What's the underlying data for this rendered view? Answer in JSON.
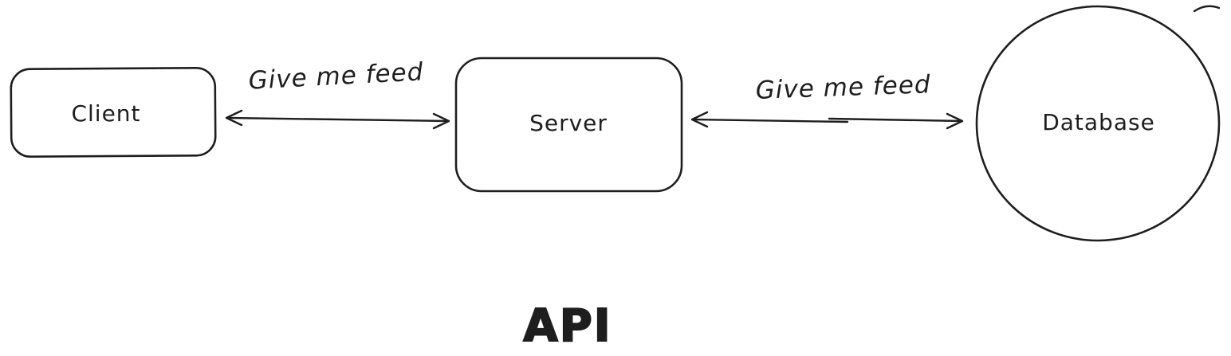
{
  "colors": {
    "stroke": "#1e1e1e",
    "background": "#ffffff",
    "text": "#1e1e1e"
  },
  "diagram": {
    "nodes": {
      "client": {
        "label": "Client",
        "shape": "rounded-rectangle"
      },
      "server": {
        "label": "Server",
        "shape": "rounded-rectangle"
      },
      "database": {
        "label": "Database",
        "shape": "circle"
      }
    },
    "edges": {
      "client_server": {
        "label": "Give me feed",
        "type": "double-arrow"
      },
      "server_database": {
        "label": "Give me feed",
        "type": "double-arrow"
      }
    },
    "caption": "API"
  }
}
